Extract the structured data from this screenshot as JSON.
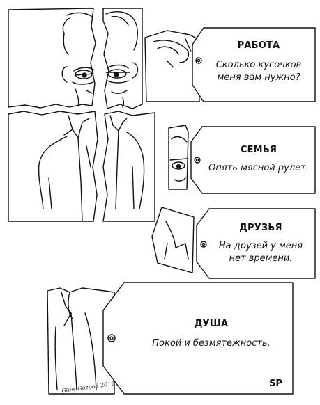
{
  "tags": [
    {
      "title": "РАБОТА",
      "text_lines": [
        "Сколько кусочков",
        "меня вам нужно?"
      ]
    },
    {
      "title": "СЕМЬЯ",
      "text_lines": [
        "Опять мясной рулет."
      ]
    },
    {
      "title": "ДРУЗЬЯ",
      "text_lines": [
        "На друзей у меня",
        "нет времени."
      ]
    },
    {
      "title": "ДУША",
      "text_lines": [
        "Покой и безмятежность."
      ]
    }
  ],
  "signature": "Glow Gozpod 2012",
  "corner_mark": "SP",
  "colors": {
    "ink": "#111111",
    "paper": "#ffffff"
  }
}
